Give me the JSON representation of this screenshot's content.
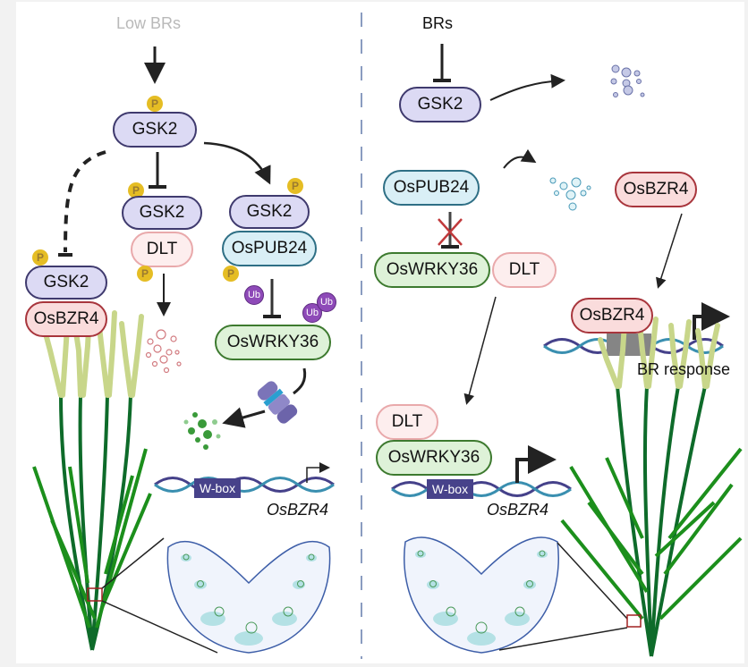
{
  "left_panel": {
    "condition_label": "Low BRs",
    "top_gsk2": "GSK2",
    "phospho_label": "P",
    "complex_gsk2_bzr4": {
      "kinase": "GSK2",
      "target": "OsBZR4"
    },
    "complex_gsk2_dlt": {
      "kinase": "GSK2",
      "target": "DLT"
    },
    "complex_gsk2_pub24": {
      "kinase": "GSK2",
      "target": "OsPUB24"
    },
    "ubiquitin_label": "Ub",
    "wrky36": "OsWRKY36",
    "promoter_element": "W-box",
    "gene": "OsBZR4"
  },
  "right_panel": {
    "condition_label": "BRs",
    "gsk2": "GSK2",
    "pub24": "OsPUB24",
    "wrky36": "OsWRKY36",
    "dlt": "DLT",
    "bzr4_free": "OsBZR4",
    "bzr4_bound": "OsBZR4",
    "response_label": "BR response",
    "complex_dlt": "DLT",
    "complex_wrky36": "OsWRKY36",
    "promoter_element": "W-box",
    "gene": "OsBZR4"
  },
  "colors": {
    "gsk2_fill": "#dcdaf4",
    "bzr4_fill": "#fadcdc",
    "dlt_fill": "#fdeeee",
    "pub24_fill": "#d9eff6",
    "wrky36_fill": "#def2d8",
    "phospho": "#e5bd24",
    "ubiquitin": "#8e4ab8",
    "divider": "#8a9cc0",
    "plant_green": "#1a7a1a"
  }
}
